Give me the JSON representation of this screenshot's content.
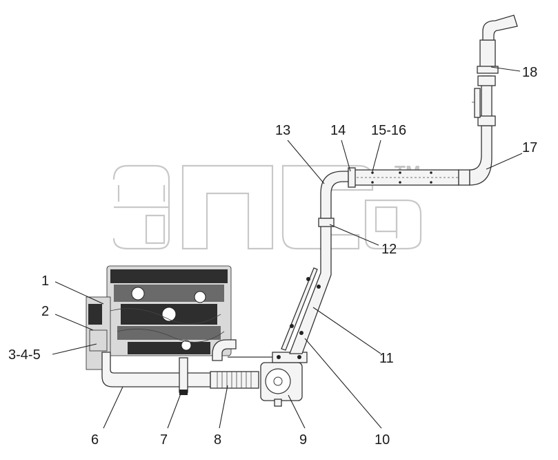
{
  "watermark": {
    "trademark": "TM"
  },
  "callouts": [
    {
      "id": "c1",
      "text": "1"
    },
    {
      "id": "c2",
      "text": "2"
    },
    {
      "id": "c345",
      "text": "3-4-5"
    },
    {
      "id": "c6",
      "text": "6"
    },
    {
      "id": "c7",
      "text": "7"
    },
    {
      "id": "c8",
      "text": "8"
    },
    {
      "id": "c9",
      "text": "9"
    },
    {
      "id": "c10",
      "text": "10"
    },
    {
      "id": "c11",
      "text": "11"
    },
    {
      "id": "c12",
      "text": "12"
    },
    {
      "id": "c13",
      "text": "13"
    },
    {
      "id": "c14",
      "text": "14"
    },
    {
      "id": "c1516",
      "text": "15-16"
    },
    {
      "id": "c17",
      "text": "17"
    },
    {
      "id": "c18",
      "text": "18"
    }
  ]
}
